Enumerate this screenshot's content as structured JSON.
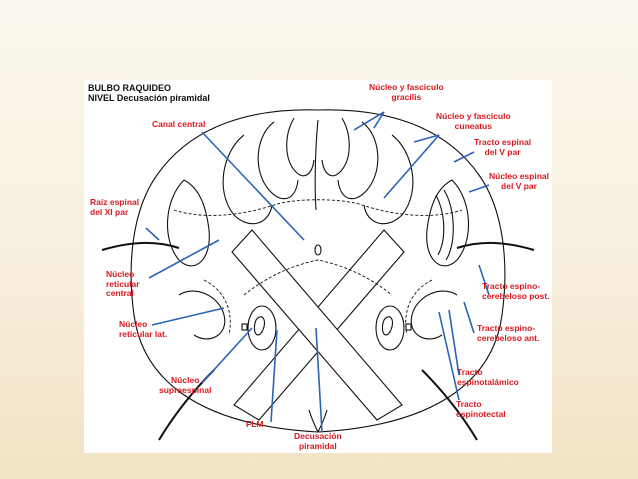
{
  "title": {
    "line1": "BULBO RAQUIDEO",
    "line2": "NIVEL Decusación piramidal"
  },
  "labels": {
    "gracilis": [
      "Núcleo y fascículo",
      "gracilis"
    ],
    "cuneatus": [
      "Núcleo y fascículo",
      "cuneatus"
    ],
    "canal_central": [
      "Canal central"
    ],
    "tracto_espinal_v": [
      "Tracto espinal",
      "del V par"
    ],
    "nucleo_espinal_v": [
      "Núcleo espinal",
      "del V par"
    ],
    "raiz_xi": [
      "Raíz espinal",
      "del XI par"
    ],
    "reticular_central": [
      "Núcleo",
      "reticular",
      "central"
    ],
    "espinocerebeloso_post": [
      "Tracto espino-",
      "cerebeloso post."
    ],
    "reticular_lat": [
      "Núcleo",
      "reticular lat."
    ],
    "espinocerebeloso_ant": [
      "Tracto espino-",
      "cerebeloso ant."
    ],
    "supraespinal": [
      "Núcleo",
      "supraespinal"
    ],
    "espinotalamico": [
      "Tracto",
      "espinotalámico"
    ],
    "espinotectal": [
      "Tracto",
      "espinotectal"
    ],
    "flm": [
      "FLM"
    ],
    "decusacion": [
      "Decusación",
      "piramidal"
    ]
  },
  "colors": {
    "label_text": "#d8191f",
    "leader_line": "#2b63b8",
    "outline": "#111111",
    "panel": "#ffffff"
  }
}
